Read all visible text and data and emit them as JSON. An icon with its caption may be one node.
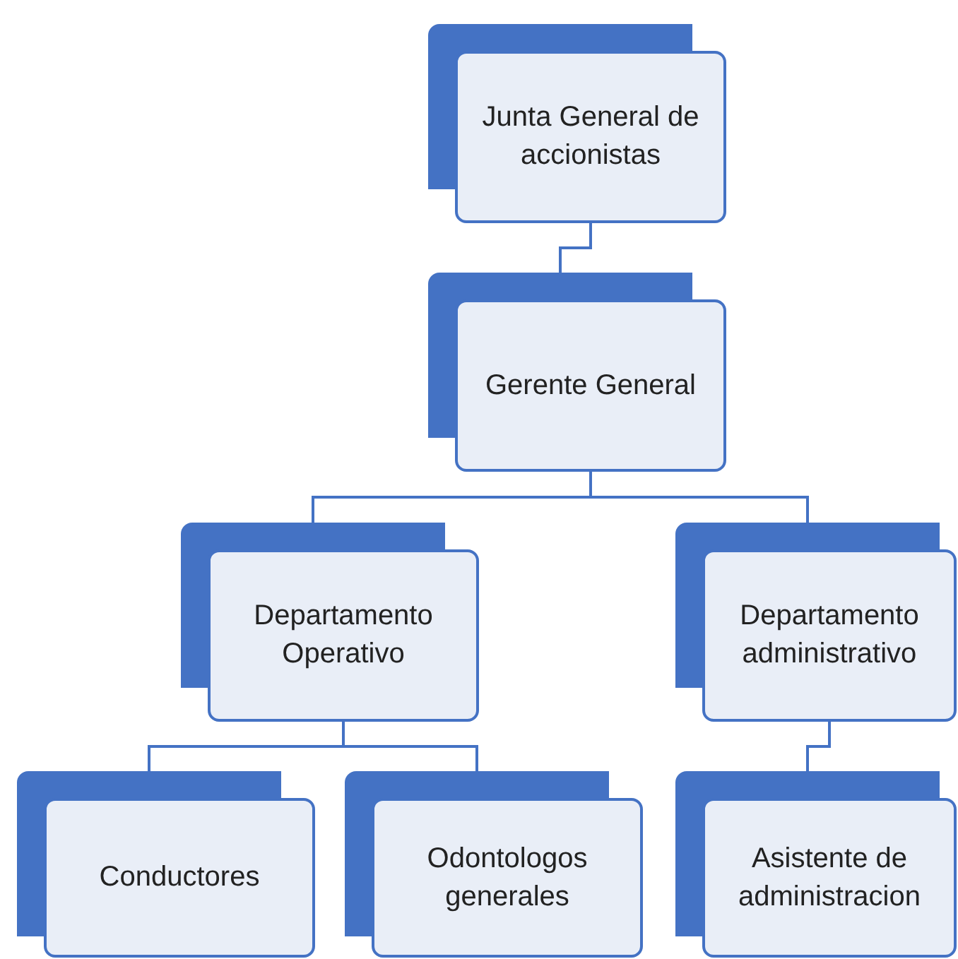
{
  "diagram": {
    "nodes": [
      {
        "text": [
          "Junta General de accionistas"
        ]
      },
      {
        "text": [
          "Gerente General"
        ]
      },
      {
        "text": [
          "Departamento Operativo"
        ]
      },
      {
        "text": [
          "Departamento administrativo"
        ]
      },
      {
        "text": [
          "Conductores"
        ]
      },
      {
        "text": [
          "Odontologos generales"
        ]
      },
      {
        "text": [
          "Asistente de administracion"
        ]
      }
    ],
    "edges": [
      {
        "from": 0,
        "to": 1,
        "arrow": "none"
      },
      {
        "from": 1,
        "to": 2,
        "arrow": "none"
      },
      {
        "from": 1,
        "to": 3,
        "arrow": "none"
      },
      {
        "from": 2,
        "to": 4,
        "arrow": "none"
      },
      {
        "from": 2,
        "to": 5,
        "arrow": "none"
      },
      {
        "from": 3,
        "to": 6,
        "arrow": "none"
      }
    ]
  }
}
